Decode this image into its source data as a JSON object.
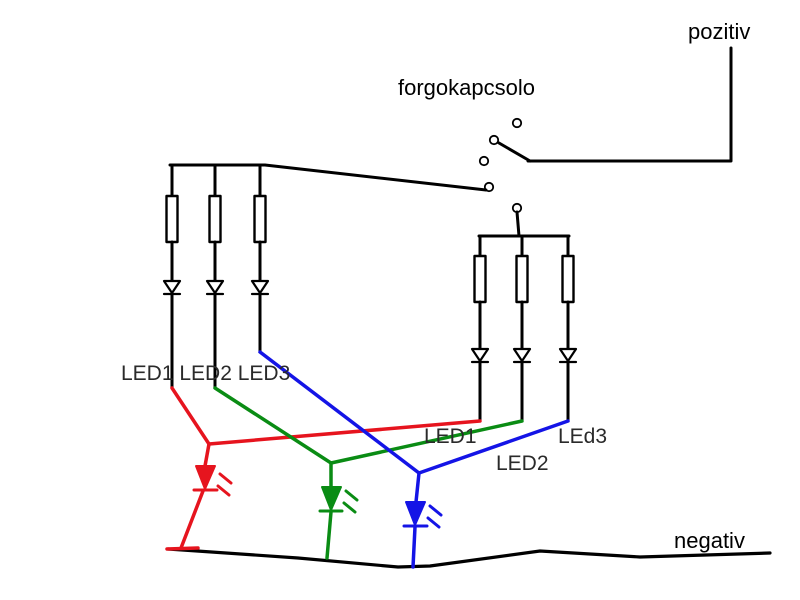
{
  "diagram": {
    "labels": {
      "positive": "pozitiv",
      "rotary_switch": "forgokapcsolo",
      "negative": "negativ",
      "left_group": "LED1 LED2 LED3",
      "right_led1": "LED1",
      "right_led2": "LED2",
      "right_led3": "LEd3"
    },
    "colors": {
      "wire": "#000000",
      "led1": "#e6141e",
      "led2": "#0a8c14",
      "led3": "#1414e6"
    }
  }
}
